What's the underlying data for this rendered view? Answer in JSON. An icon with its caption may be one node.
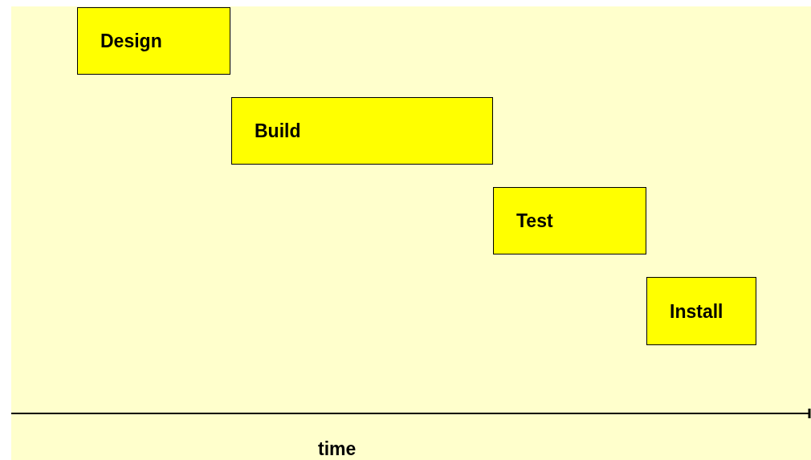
{
  "diagram": {
    "nodes": [
      {
        "text": [
          "Design"
        ]
      },
      {
        "text": [
          "Build"
        ]
      },
      {
        "text": [
          "Test"
        ]
      },
      {
        "text": [
          "Install"
        ]
      }
    ],
    "labels": [
      "time"
    ]
  }
}
